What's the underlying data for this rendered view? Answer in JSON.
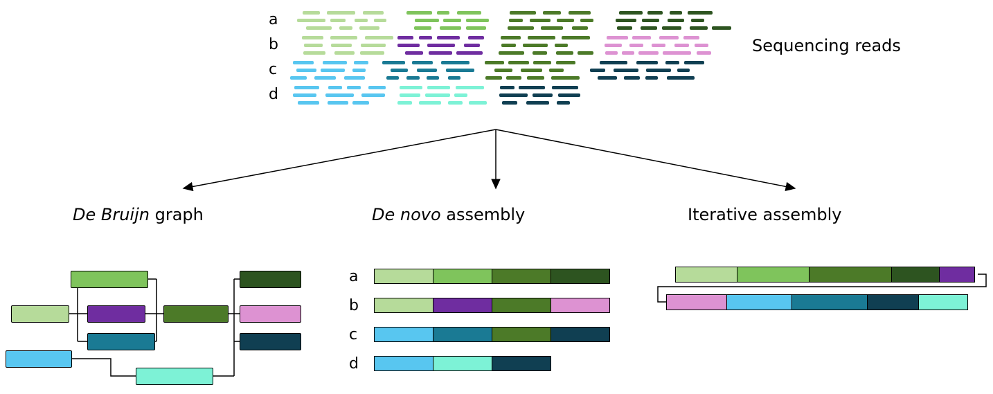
{
  "figure": {
    "reads_label": "Sequencing reads"
  },
  "colors": {
    "light_green": "#b6db9a",
    "mid_green": "#7fc45c",
    "olive_green": "#4c7a28",
    "dark_green": "#2d5420",
    "purple": "#6f2da0",
    "pink": "#dd92d2",
    "light_blue": "#58c6f0",
    "teal": "#1a7a94",
    "dark_teal": "#103f52",
    "aqua": "#7df2d6"
  },
  "reads": {
    "rows": [
      {
        "label": "a",
        "segments": [
          "light_green",
          "mid_green",
          "olive_green",
          "dark_green"
        ]
      },
      {
        "label": "b",
        "segments": [
          "light_green",
          "purple",
          "olive_green",
          "pink"
        ]
      },
      {
        "label": "c",
        "segments": [
          "light_blue",
          "teal",
          "olive_green",
          "dark_teal"
        ]
      },
      {
        "label": "d",
        "segments": [
          "light_blue",
          "aqua",
          "dark_teal"
        ]
      }
    ]
  },
  "methods": {
    "de_bruijn": {
      "title_italic": "De Bruijn",
      "title_rest": " graph",
      "nodes": [
        "light_green",
        "mid_green",
        "purple",
        "teal",
        "light_blue",
        "aqua",
        "olive_green",
        "dark_green",
        "pink",
        "dark_teal"
      ]
    },
    "de_novo": {
      "title_italic": "De novo",
      "title_rest": " assembly",
      "rows": [
        {
          "label": "a",
          "segments": [
            "light_green",
            "mid_green",
            "olive_green",
            "dark_green"
          ]
        },
        {
          "label": "b",
          "segments": [
            "light_green",
            "purple",
            "olive_green",
            "pink"
          ]
        },
        {
          "label": "c",
          "segments": [
            "light_blue",
            "teal",
            "olive_green",
            "dark_teal"
          ]
        },
        {
          "label": "d",
          "segments": [
            "light_blue",
            "aqua",
            "dark_teal"
          ]
        }
      ]
    },
    "iterative": {
      "title": "Iterative assembly",
      "bars": [
        [
          "light_green",
          "mid_green",
          "olive_green",
          "dark_green",
          "purple"
        ],
        [
          "pink",
          "light_blue",
          "teal",
          "dark_teal",
          "aqua"
        ]
      ]
    }
  }
}
